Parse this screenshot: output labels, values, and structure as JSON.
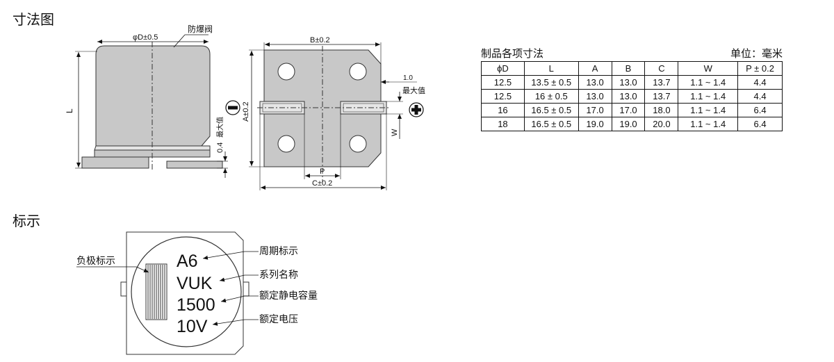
{
  "sections": {
    "dimensions_title": "寸法图",
    "marking_title": "标示"
  },
  "dimension_drawing": {
    "side_view": {
      "diameter_label": "φD±0.5",
      "vent_label": "防爆阀",
      "length_label": "L",
      "terminal_label": "0.4",
      "terminal_max_label": "最大值"
    },
    "bottom_view": {
      "b_label": "B±0.2",
      "a_label": "A±0.2",
      "p_label": "P",
      "c_label": "C±0.2",
      "w_label": "W",
      "offset_value": "1.0",
      "offset_max_label": "最大值",
      "minus_symbol": "−",
      "plus_symbol": "+"
    }
  },
  "table": {
    "title": "制品各项寸法",
    "unit": "单位：毫米",
    "headers": [
      "ϕD",
      "L",
      "A",
      "B",
      "C",
      "W",
      "P ± 0.2"
    ],
    "rows": [
      [
        "12.5",
        "13.5 ± 0.5",
        "13.0",
        "13.0",
        "13.7",
        "1.1 ~ 1.4",
        "4.4"
      ],
      [
        "12.5",
        "16 ± 0.5",
        "13.0",
        "13.0",
        "13.7",
        "1.1 ~ 1.4",
        "4.4"
      ],
      [
        "16",
        "16.5 ± 0.5",
        "17.0",
        "17.0",
        "18.0",
        "1.1 ~ 1.4",
        "6.4"
      ],
      [
        "18",
        "16.5 ± 0.5",
        "19.0",
        "19.0",
        "20.0",
        "1.1 ~ 1.4",
        "6.4"
      ]
    ]
  },
  "marking": {
    "negative_label": "负极标示",
    "lines": [
      "A6",
      "VUK",
      "1500",
      "10V"
    ],
    "callouts": [
      "周期标示",
      "系列名称",
      "额定静电容量",
      "额定电压"
    ]
  }
}
